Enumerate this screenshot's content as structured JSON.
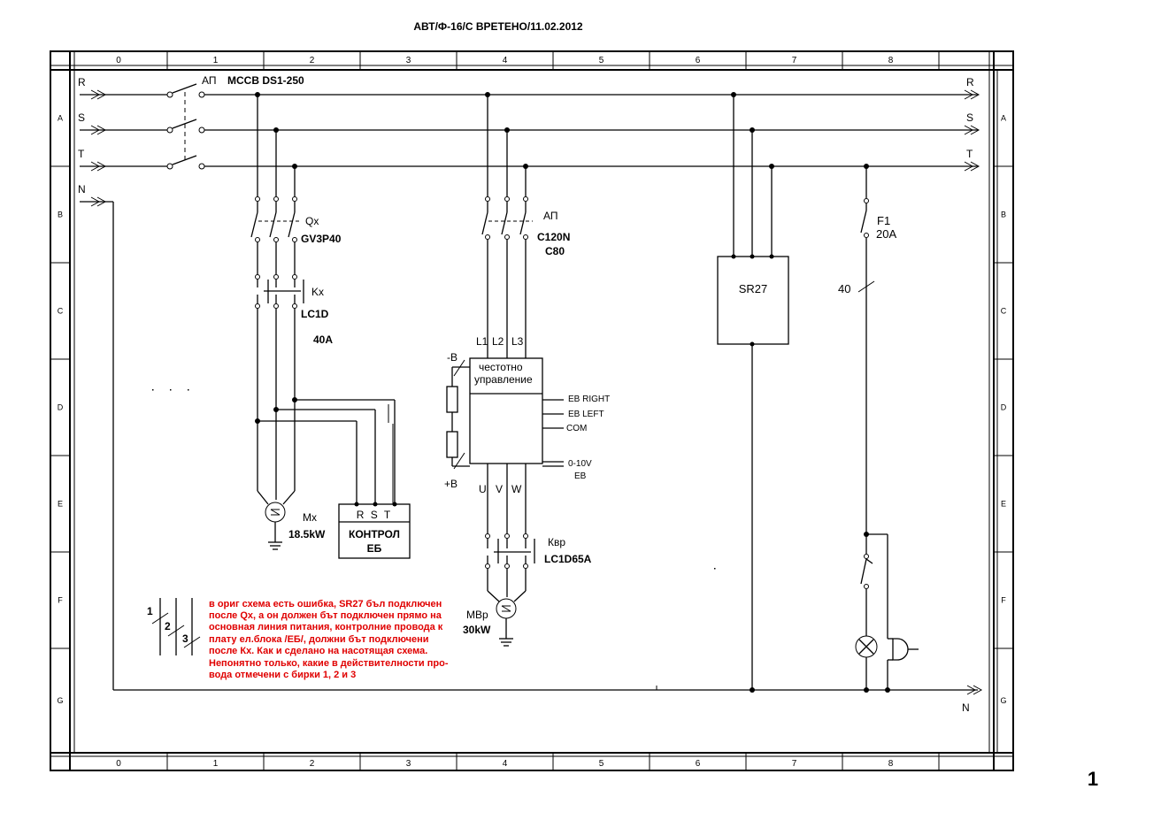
{
  "title": "АВТ/Ф-16/С ВРЕТЕНО/11.02.2012",
  "page_number": "1",
  "columns": [
    "0",
    "1",
    "2",
    "3",
    "4",
    "5",
    "6",
    "7",
    "8"
  ],
  "rows": [
    "A",
    "B",
    "C",
    "D",
    "E",
    "F",
    "G"
  ],
  "buses": {
    "R": "R",
    "S": "S",
    "T": "T",
    "N": "N"
  },
  "main_breaker": {
    "tag": "АП",
    "model": "MCCB DS1-250"
  },
  "qx": {
    "tag": "Qx",
    "model": "GV3P40"
  },
  "kx": {
    "tag": "Kx",
    "model": "LC1D",
    "rating": "40A"
  },
  "mx": {
    "tag": "Mx",
    "power": "18.5kW"
  },
  "control": {
    "header": "R S T",
    "line1": "КОНТРОЛ",
    "line2": "ЕБ"
  },
  "ap2": {
    "tag": "АП",
    "model": "C120N",
    "rating": "C80"
  },
  "vfd": {
    "inputs": [
      "L1",
      "L2",
      "L3"
    ],
    "outputs": [
      "U",
      "V",
      "W"
    ],
    "title1": "честотно",
    "title2": "управление",
    "minus": "-В",
    "plus": "+В",
    "sig_right": "EB RIGHT",
    "sig_left": "EB LEFT",
    "sig_com": "COM",
    "sig_010": "0-10V",
    "sig_eb": "EB"
  },
  "kvr": {
    "tag": "Квр",
    "model": "LC1D65A"
  },
  "mvr": {
    "tag": "МВр",
    "power": "30kW"
  },
  "sr27": {
    "label": "SR27"
  },
  "f1": {
    "tag": "F1",
    "rating": "20A",
    "wire": "40"
  },
  "legend": {
    "w1": "1",
    "w2": "2",
    "w3": "3"
  },
  "note": [
    "в ориг схема есть ошибка, SR27 бъл подключен",
    "после Qx, а он должен бът подключен прямо на",
    "основная линия питания, контролние провода к",
    "плату ел.блока /ЕБ/, должни бът подключени",
    "после Кх. Как и сделано на насотящая схема.",
    "Непонятно только, какие в действителности про-",
    "вода отмечени с бирки 1, 2 и 3"
  ]
}
